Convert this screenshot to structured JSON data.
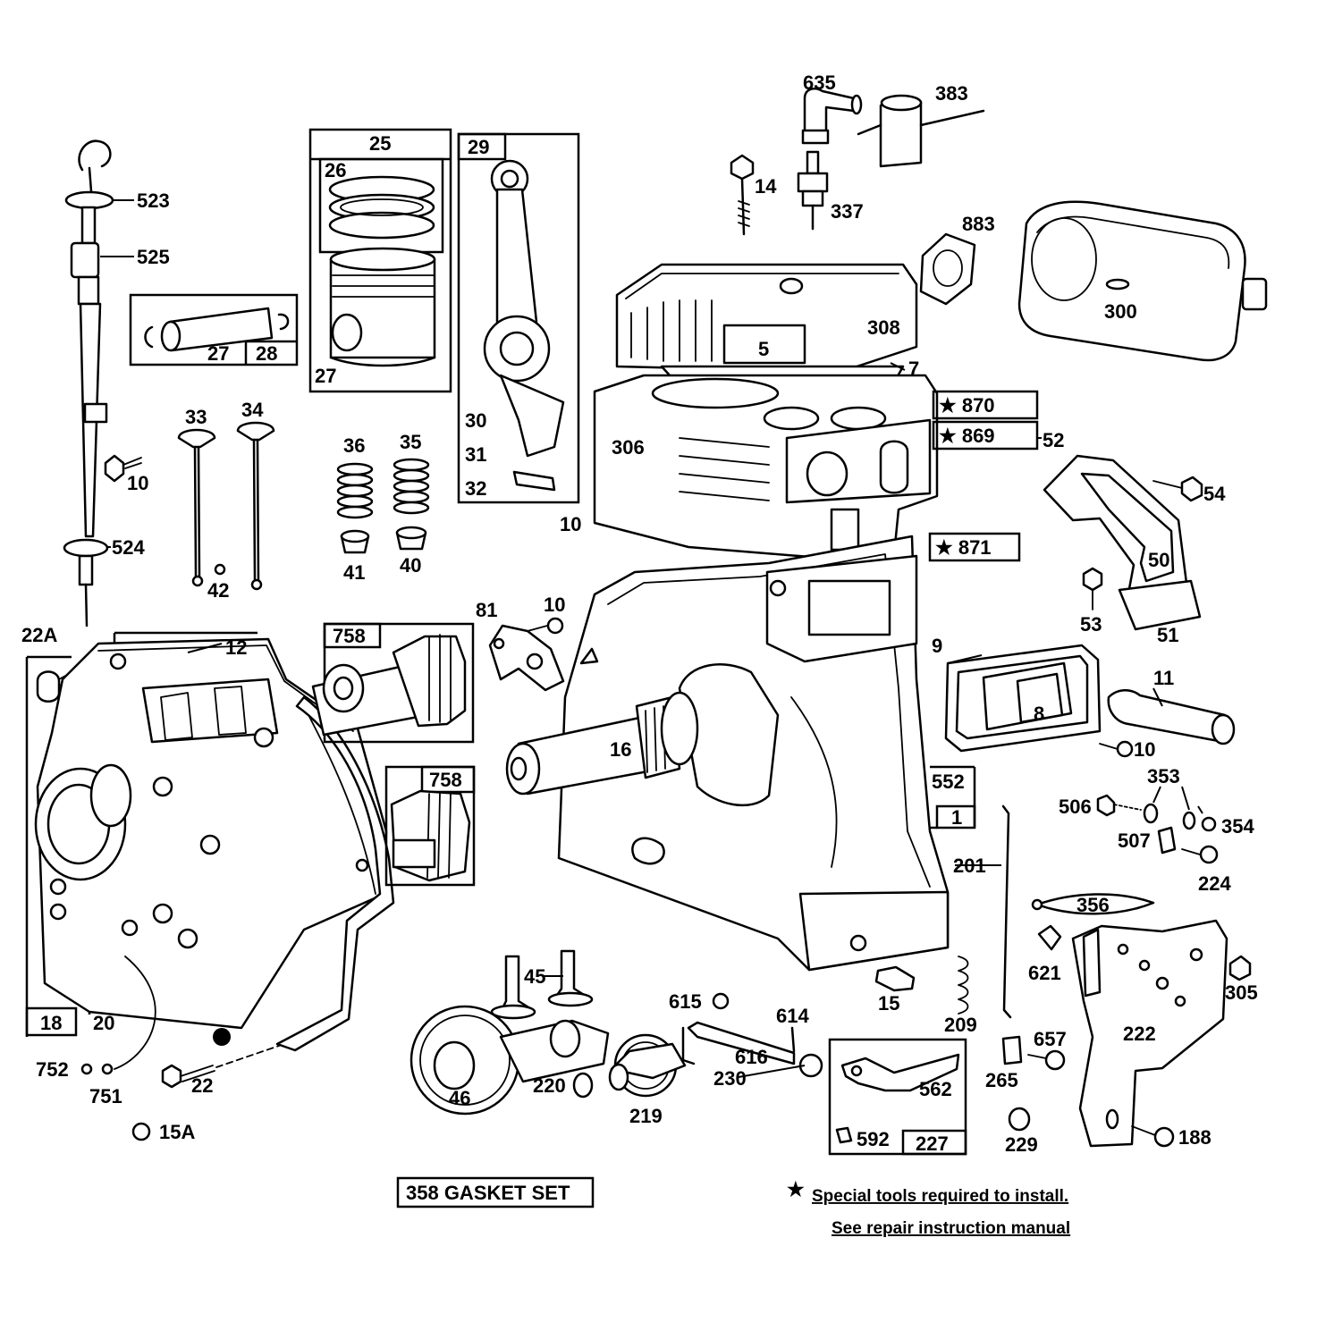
{
  "gasket_set_label": "358 GASKET SET",
  "notes": {
    "star": "★",
    "line1": "Special tools required to install.",
    "line2": "See repair instruction manual"
  },
  "boxed_labels": {
    "b25": "25",
    "b26": "26",
    "b29": "29",
    "b28": "28",
    "b758a": "758",
    "b758b": "758",
    "b870": "★ 870",
    "b869": "★ 869",
    "b871": "★ 871",
    "b1": "1",
    "b18": "18",
    "b227": "227"
  },
  "part_labels": {
    "p523": "523",
    "p525": "525",
    "p27a": "27",
    "p27b": "27",
    "p10a": "10",
    "p33": "33",
    "p34": "34",
    "p42": "42",
    "p36": "36",
    "p35": "35",
    "p41": "41",
    "p40": "40",
    "p524": "524",
    "p30": "30",
    "p31": "31",
    "p32": "32",
    "p635": "635",
    "p383": "383",
    "p14": "14",
    "p337": "337",
    "p883": "883",
    "p300": "300",
    "p5": "5",
    "p308": "308",
    "p7": "7",
    "p306": "306",
    "p52": "52",
    "p10b": "10",
    "p54": "54",
    "p50": "50",
    "p53": "53",
    "p51": "51",
    "p22a": "22A",
    "p12": "12",
    "p81": "81",
    "p10c": "10",
    "p9": "9",
    "p11": "11",
    "p8": "8",
    "p10d": "10",
    "p16": "16",
    "p552": "552",
    "p506": "506",
    "p353": "353",
    "p354": "354",
    "p507": "507",
    "p224": "224",
    "p201": "201",
    "p356": "356",
    "p621": "621",
    "p305": "305",
    "p222": "222",
    "p20": "20",
    "p752": "752",
    "p751": "751",
    "p22": "22",
    "p15a": "15A",
    "p45": "45",
    "p46": "46",
    "p220": "220",
    "p219": "219",
    "p615": "615",
    "p614": "614",
    "p616": "616",
    "p230": "230",
    "p562": "562",
    "p592": "592",
    "p15": "15",
    "p209": "209",
    "p657": "657",
    "p265": "265",
    "p229": "229",
    "p188": "188"
  }
}
